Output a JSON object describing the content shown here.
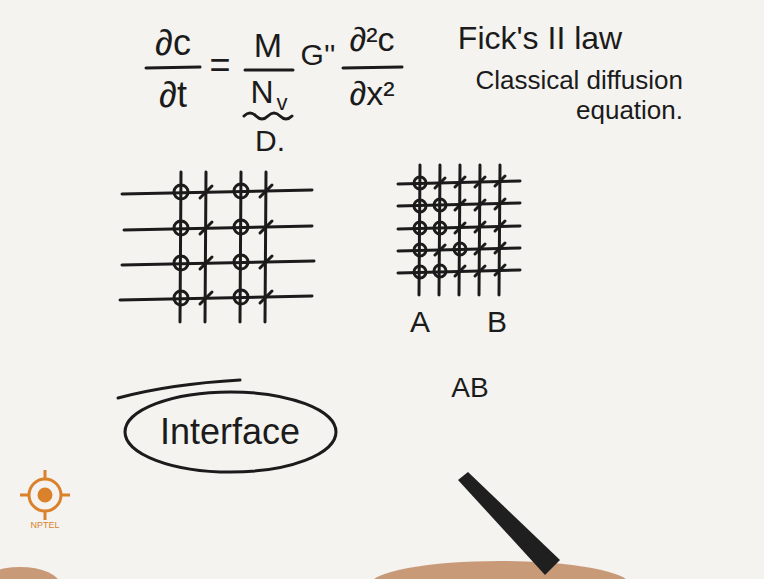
{
  "diagram": {
    "nodes": [
      {
        "text": [
          "Interface"
        ]
      }
    ],
    "labels": [
      "∂c",
      "∂t",
      "=",
      "M",
      "N",
      "v",
      "G''",
      "∂²c",
      "∂x²",
      "D.",
      "Fick's II law",
      "Classical diffusion equation.",
      "A",
      "B",
      "AB",
      "NPTEL"
    ]
  }
}
